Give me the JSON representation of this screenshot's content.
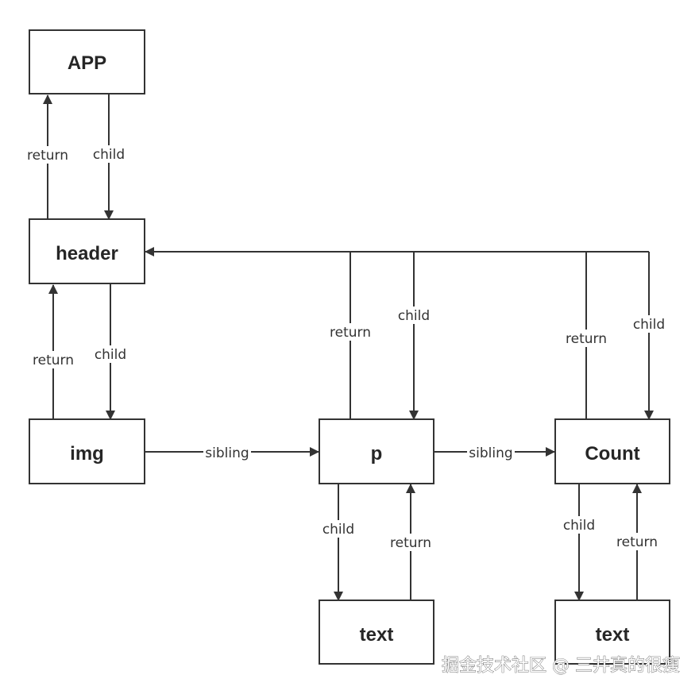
{
  "nodes": {
    "app": "APP",
    "header": "header",
    "img": "img",
    "p": "p",
    "count": "Count",
    "text_p": "text",
    "text_count": "text"
  },
  "edges": {
    "app_child": "child",
    "header_return": "return",
    "header_child": "child",
    "img_return": "return",
    "img_sibling": "sibling",
    "p_return": "return",
    "p_child_from_header": "child",
    "p_sibling": "sibling",
    "count_return": "return",
    "count_child_from_header": "child",
    "p_child": "child",
    "text_p_return": "return",
    "count_child": "child",
    "text_count_return": "return"
  },
  "watermark": "掘金技术社区 @ 三井真的很瘦",
  "colors": {
    "stroke": "#333333",
    "text": "#262626",
    "background": "#ffffff"
  }
}
